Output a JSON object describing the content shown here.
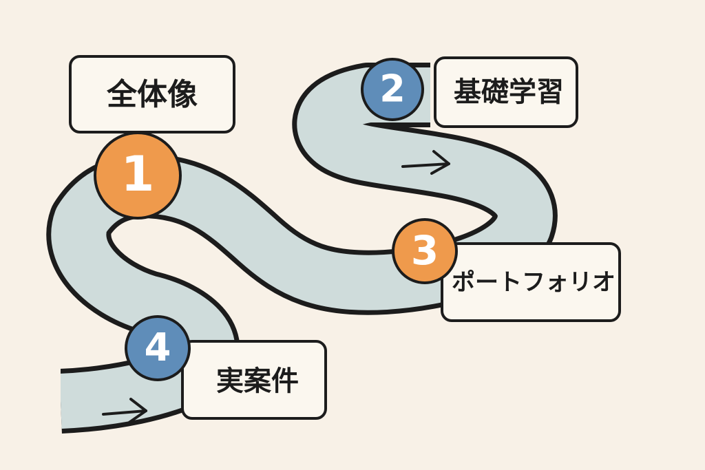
{
  "colors": {
    "background": "#f8f1e7",
    "path_fill": "#cfdcdb",
    "outline": "#1c1c1c",
    "card_fill": "#fbf7ef",
    "orange": "#ef9a4c",
    "blue": "#5f8db9"
  },
  "steps": [
    {
      "number": "1",
      "label": "全体像",
      "color": "orange"
    },
    {
      "number": "2",
      "label": "基礎学習",
      "color": "blue"
    },
    {
      "number": "3",
      "label": "ポートフォリオ",
      "color": "orange"
    },
    {
      "number": "4",
      "label": "実案件",
      "color": "blue"
    }
  ]
}
